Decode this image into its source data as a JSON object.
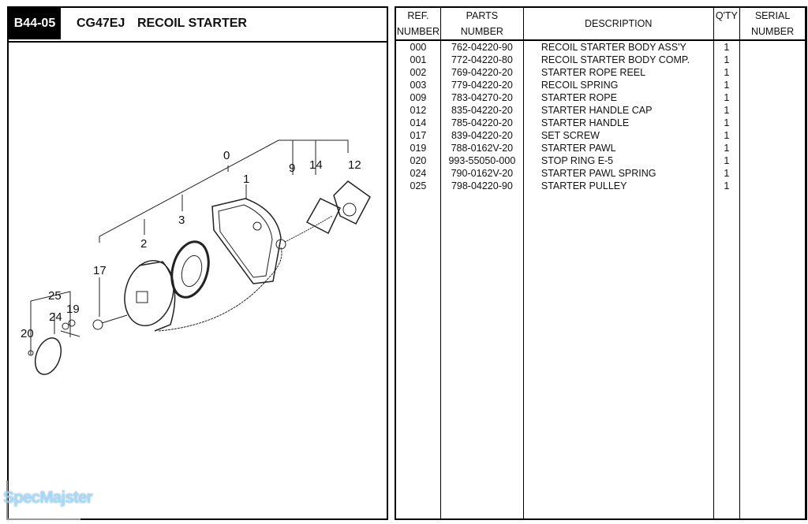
{
  "header": {
    "code": "B44-05",
    "model": "CG47EJ",
    "title": "RECOIL STARTER"
  },
  "diagram": {
    "callouts": [
      "0",
      "1",
      "2",
      "3",
      "9",
      "12",
      "14",
      "17",
      "19",
      "20",
      "24",
      "25"
    ]
  },
  "table": {
    "headers": {
      "ref": "REF.",
      "ref2": "NUMBER",
      "parts": "PARTS",
      "parts2": "NUMBER",
      "description": "DESCRIPTION",
      "qty": "Q'TY",
      "serial": "SERIAL",
      "serial2": "NUMBER"
    },
    "rows": [
      {
        "ref": "000",
        "part": "762-04220-90",
        "desc": "RECOIL STARTER BODY ASS'Y",
        "qty": "1"
      },
      {
        "ref": "001",
        "part": "772-04220-80",
        "desc": "RECOIL STARTER BODY COMP.",
        "qty": "1"
      },
      {
        "ref": "002",
        "part": "769-04220-20",
        "desc": "STARTER ROPE REEL",
        "qty": "1"
      },
      {
        "ref": "003",
        "part": "779-04220-20",
        "desc": "RECOIL SPRING",
        "qty": "1"
      },
      {
        "ref": "009",
        "part": "783-04270-20",
        "desc": "STARTER ROPE",
        "qty": "1"
      },
      {
        "ref": "012",
        "part": "835-04220-20",
        "desc": "STARTER HANDLE CAP",
        "qty": "1"
      },
      {
        "ref": "014",
        "part": "785-04220-20",
        "desc": "STARTER HANDLE",
        "qty": "1"
      },
      {
        "ref": "017",
        "part": "839-04220-20",
        "desc": "SET SCREW",
        "qty": "1"
      },
      {
        "ref": "019",
        "part": "788-0162V-20",
        "desc": "STARTER PAWL",
        "qty": "1"
      },
      {
        "ref": "020",
        "part": "993-55050-000",
        "desc": "STOP RING E-5",
        "qty": "1"
      },
      {
        "ref": "024",
        "part": "790-0162V-20",
        "desc": "STARTER PAWL SPRING",
        "qty": "1"
      },
      {
        "ref": "025",
        "part": "798-04220-90",
        "desc": "STARTER PULLEY",
        "qty": "1"
      }
    ]
  },
  "watermark": "SpecMajster"
}
